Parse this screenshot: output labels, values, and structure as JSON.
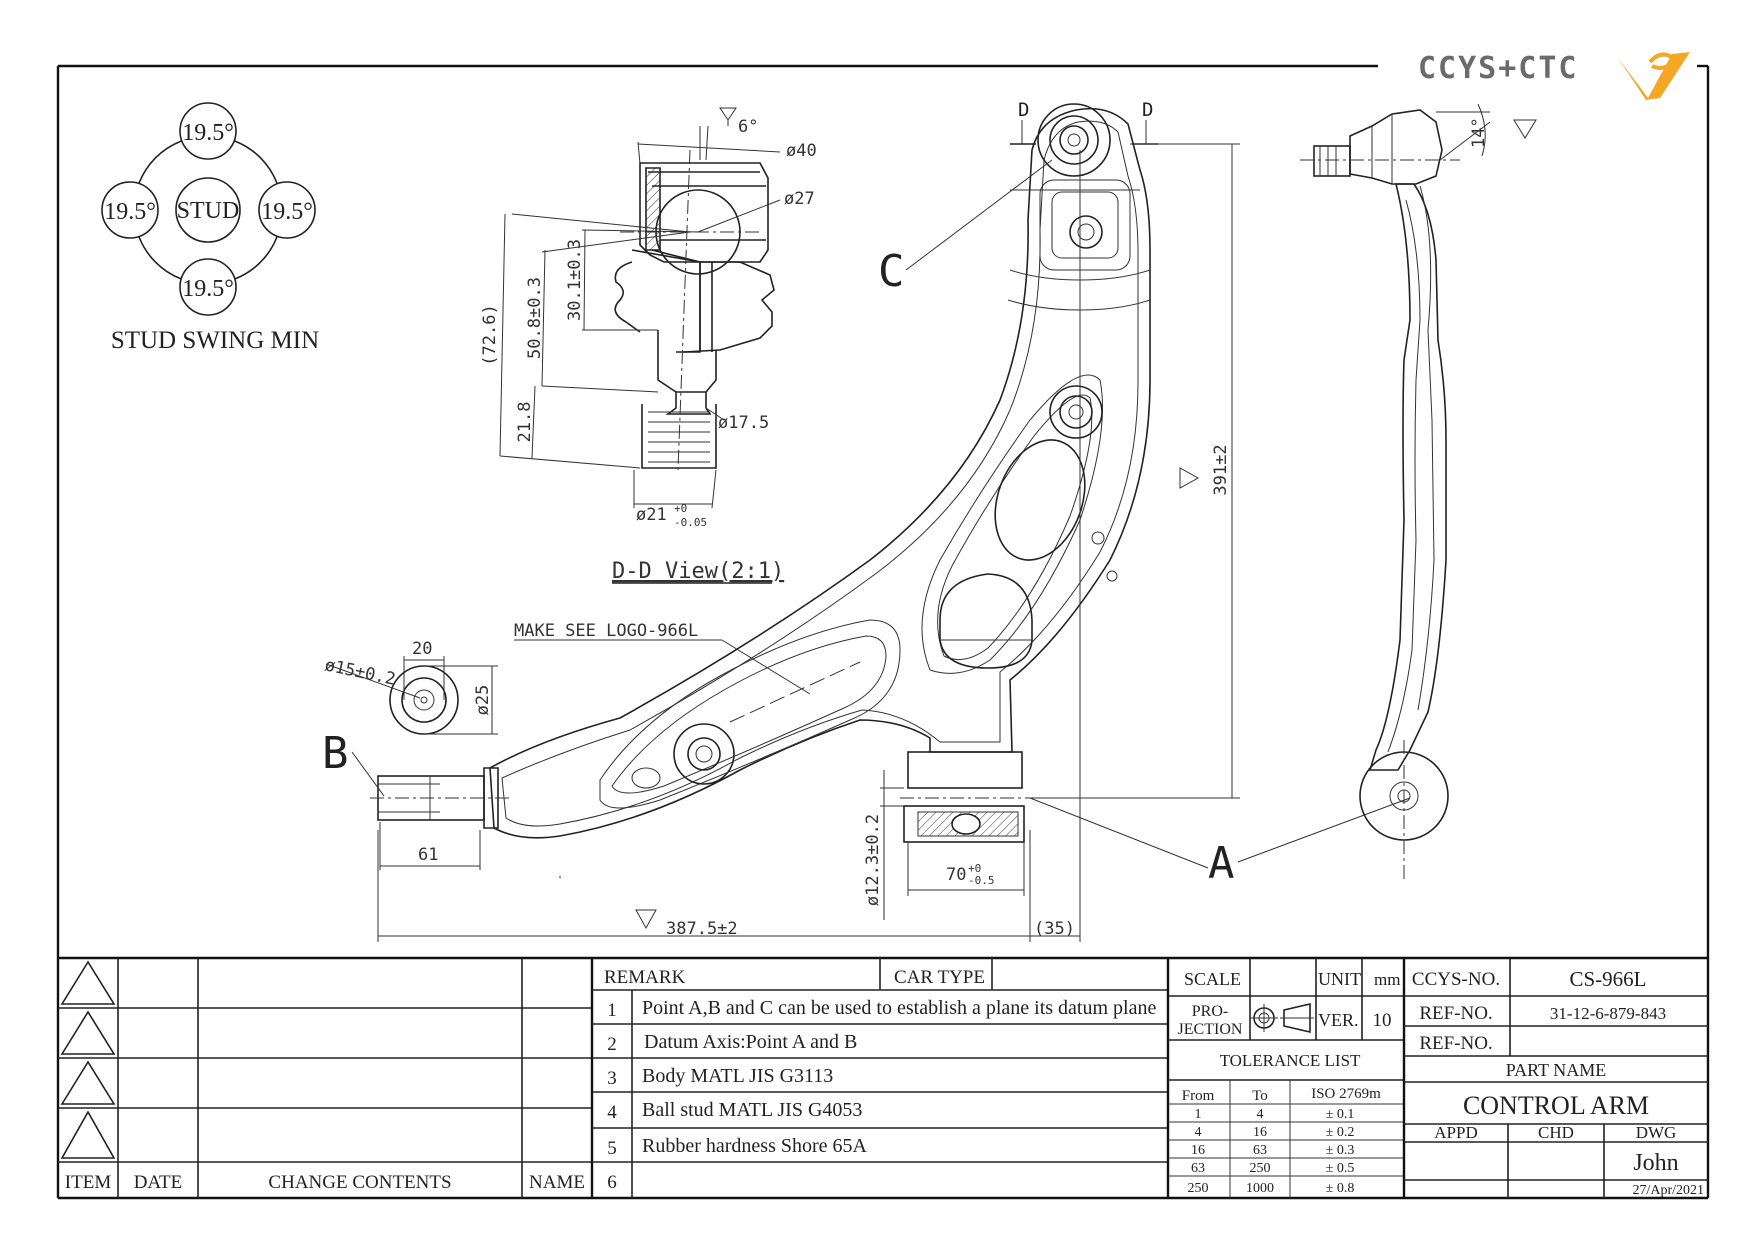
{
  "brand": {
    "logo_text": "CCYS+CTC",
    "accent_color": "#f5a623"
  },
  "stud_swing": {
    "center_label": "STUD",
    "angles": [
      "19.5°",
      "19.5°",
      "19.5°",
      "19.5°"
    ],
    "caption": "STUD SWING MIN"
  },
  "section_view": {
    "title": "D-D View(2:1)",
    "dims": {
      "angle": "6°",
      "d40": "ø40",
      "d27": "ø27",
      "h72": "(72.6)",
      "h50": "50.8±0.3",
      "h30": "30.1±0.3",
      "h21": "21.8",
      "d17": "ø17.5",
      "d21": "ø21",
      "d21_tol_up": "+0",
      "d21_tol_lo": "-0.05"
    }
  },
  "main_view": {
    "section_markers": [
      "D",
      "D"
    ],
    "points": {
      "a": "A",
      "b": "B",
      "c": "C"
    },
    "logo_note": "MAKE SEE LOGO-966L",
    "dims": {
      "d15": "ø15±0.2",
      "w20": "20",
      "d25": "ø25",
      "l61": "61",
      "l387": "387.5±2",
      "l35": "(35)",
      "h391": "391±2",
      "d12": "ø12.3±0.2",
      "w70": "70",
      "w70_tol_up": "+0",
      "w70_tol_lo": "-0.5"
    }
  },
  "side_view": {
    "angle": "14°"
  },
  "revision": {
    "headers": {
      "item": "ITEM",
      "date": "DATE",
      "change": "CHANGE CONTENTS",
      "name": "NAME"
    }
  },
  "remarks": {
    "header": "REMARK",
    "car_type_label": "CAR TYPE",
    "items": [
      {
        "no": "1",
        "text": "Point A,B and C can be used to establish a plane its datum plane"
      },
      {
        "no": "2",
        "text": "Datum Axis:Point A and B"
      },
      {
        "no": "3",
        "text": "Body MATL JIS G3113"
      },
      {
        "no": "4",
        "text": "Ball stud MATL JIS G4053"
      },
      {
        "no": "5",
        "text": "Rubber hardness Shore 65A"
      },
      {
        "no": "6",
        "text": ""
      }
    ]
  },
  "title_block": {
    "scale_label": "SCALE",
    "unit_label": "UNIT",
    "unit_value": "mm",
    "projection_label_1": "PRO-",
    "projection_label_2": "JECTION",
    "ver_label": "VER.",
    "ver_value": "10",
    "tolerance_title": "TOLERANCE LIST",
    "tol_headers": {
      "from": "From",
      "to": "To",
      "iso": "ISO 2769m"
    },
    "tolerance_rows": [
      {
        "from": "1",
        "to": "4",
        "tol": "± 0.1"
      },
      {
        "from": "4",
        "to": "16",
        "tol": "± 0.2"
      },
      {
        "from": "16",
        "to": "63",
        "tol": "± 0.3"
      },
      {
        "from": "63",
        "to": "250",
        "tol": "± 0.5"
      },
      {
        "from": "250",
        "to": "1000",
        "tol": "± 0.8"
      }
    ],
    "ccys_no_label": "CCYS-NO.",
    "ccys_no_value": "CS-966L",
    "ref_no_label": "REF-NO.",
    "ref_no_value": "31-12-6-879-843",
    "ref_no_label_2": "REF-NO.",
    "ref_no_value_2": "",
    "part_name_label": "PART NAME",
    "part_name_value": "CONTROL ARM",
    "appd_label": "APPD",
    "chd_label": "CHD",
    "dwg_label": "DWG",
    "dwg_name": "John",
    "date": "27/Apr/2021"
  }
}
